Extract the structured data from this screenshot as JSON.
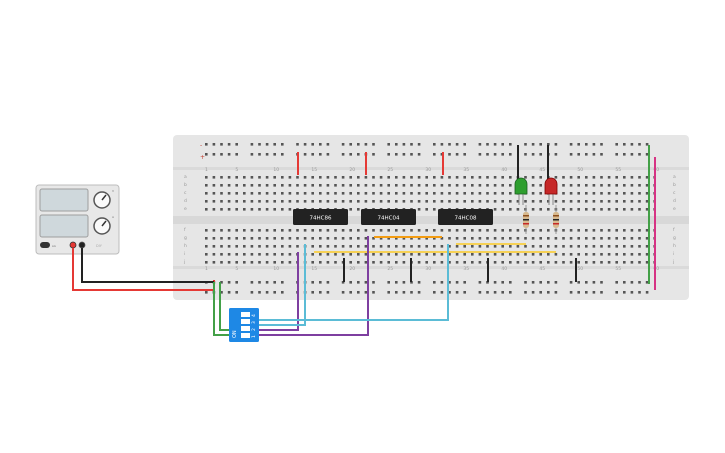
{
  "canvas": {
    "background": "#ffffff"
  },
  "breadboard": {
    "color": "#e6e6e6",
    "rail_labels": {
      "minus": "-",
      "plus": "+"
    },
    "column_numbers": [
      "1",
      "5",
      "10",
      "15",
      "20",
      "25",
      "30",
      "35",
      "40",
      "45",
      "50",
      "55",
      "60"
    ],
    "row_letters_top": [
      "a",
      "b",
      "c",
      "d",
      "e"
    ],
    "row_letters_bottom": [
      "f",
      "g",
      "h",
      "i",
      "j"
    ]
  },
  "power_supply": {
    "body_color": "#e8e8e8",
    "screen_color": "#cfd8dc",
    "knob_labels": {
      "voltage": "V",
      "current": "A"
    },
    "switch_label": "on",
    "brand": "DIY"
  },
  "chips": [
    {
      "label": "74HC86"
    },
    {
      "label": "74HC04"
    },
    {
      "label": "74HC08"
    }
  ],
  "dip_switch": {
    "on_label": "ON",
    "switch_numbers": [
      "1",
      "2",
      "3",
      "4"
    ],
    "color": "#1e88e5"
  },
  "leds": [
    {
      "color_name": "green",
      "color": "#2e9e2e"
    },
    {
      "color_name": "red",
      "color": "#c62828"
    }
  ],
  "wire_colors": {
    "red": "#e53935",
    "black": "#222222",
    "green": "#43a047",
    "magenta": "#d63384",
    "purple": "#7e3fa0",
    "cyan": "#5bbcd6",
    "orange": "#f39c12",
    "yellow": "#f6d155"
  }
}
